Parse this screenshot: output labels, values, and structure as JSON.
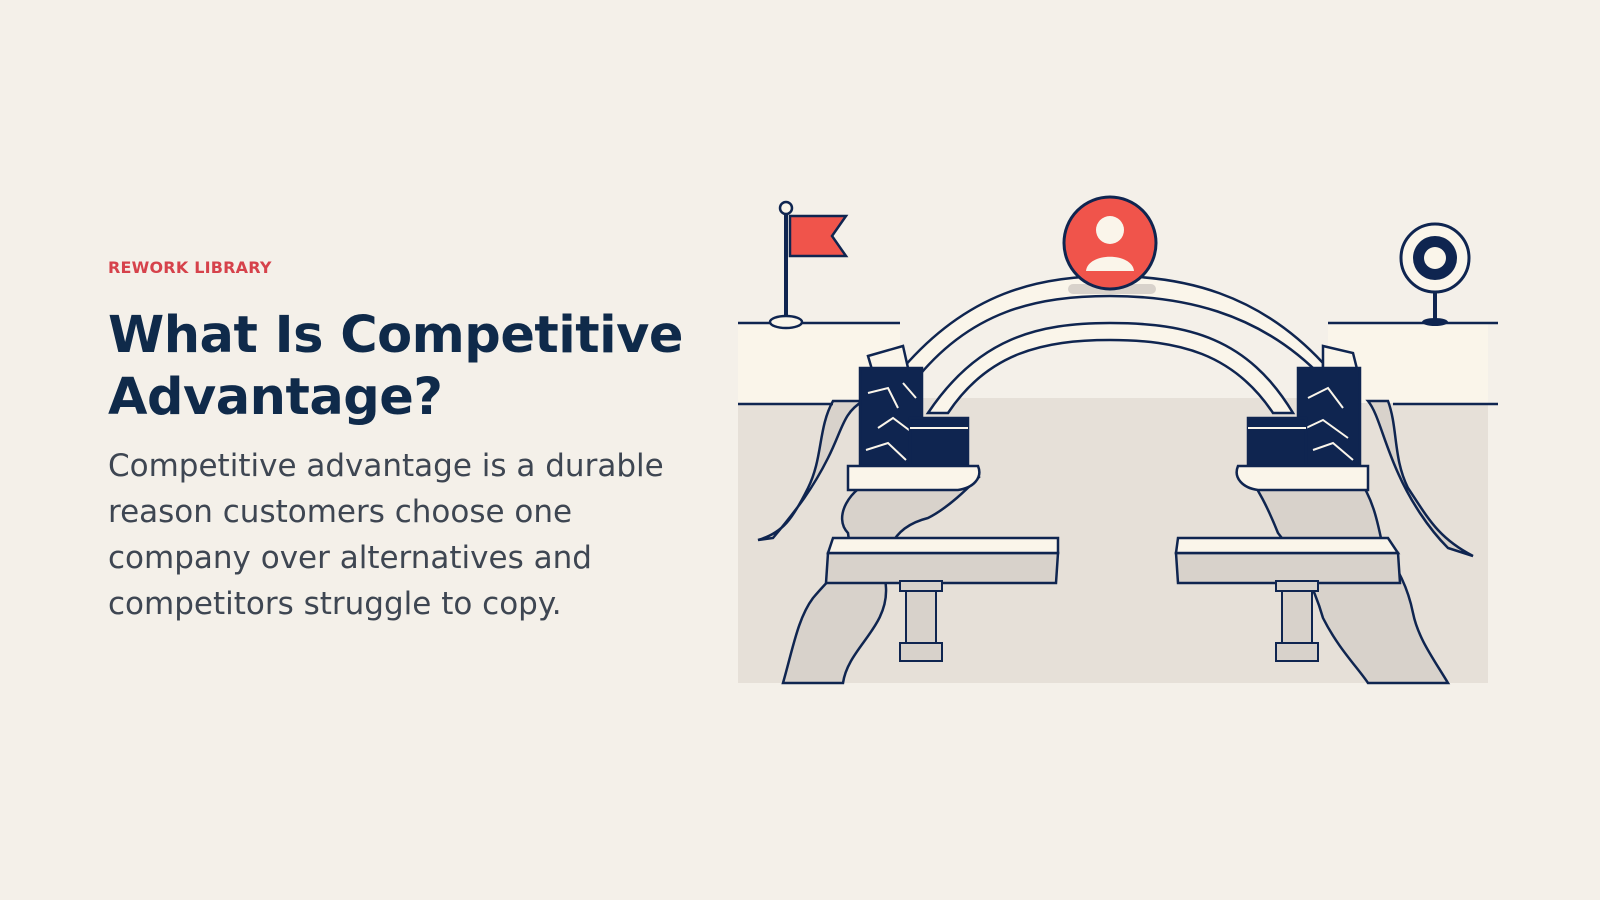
{
  "article": {
    "eyebrow": "REWORK LIBRARY",
    "title": "What Is Competitive Advantage?",
    "description": "Competitive advantage is a durable reason customers choose one company over alternatives and competitors struggle to copy."
  },
  "illustration": {
    "icons": [
      "flag-icon",
      "person-icon",
      "target-icon"
    ],
    "colors": {
      "accent_red": "#f0544b",
      "navy": "#0f2550",
      "cream": "#faf5ea",
      "stone": "#d8d2cb",
      "background": "#f4f0e9"
    }
  }
}
